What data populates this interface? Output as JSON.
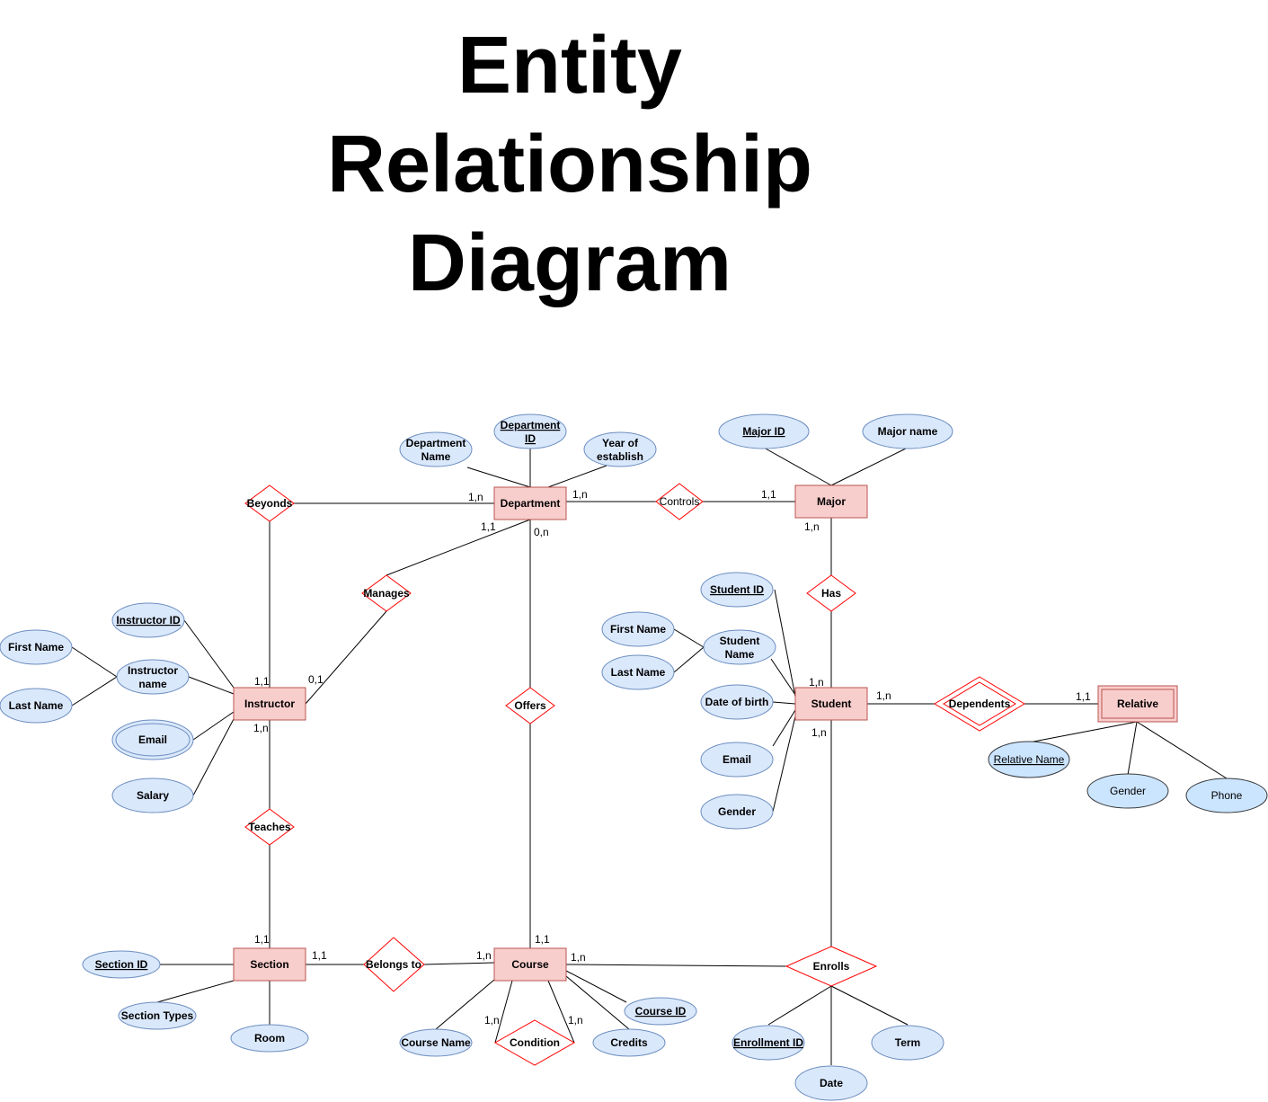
{
  "title": {
    "line1": "Entity",
    "line2": "Relationship",
    "line3": "Diagram"
  },
  "entities": {
    "department": "Department",
    "major": "Major",
    "instructor": "Instructor",
    "student": "Student",
    "relative": "Relative",
    "section": "Section",
    "course": "Course"
  },
  "relationships": {
    "beyonds": "Beyonds",
    "controls": "Controls",
    "manages": "Manages",
    "has": "Has",
    "offers": "Offers",
    "dependents": "Dependents",
    "teaches": "Teaches",
    "belongs_to": "Belongs to",
    "enrolls": "Enrolls",
    "condition": "Condition"
  },
  "attributes": {
    "department_name": [
      "Department",
      "Name"
    ],
    "department_id": [
      "Department",
      "ID"
    ],
    "year_of_establish": [
      "Year of",
      "establish"
    ],
    "major_id": "Major ID",
    "major_name": "Major name",
    "instructor_id": "Instructor ID",
    "instructor_first_name": "First Name",
    "instructor_name": [
      "Instructor",
      "name"
    ],
    "instructor_last_name": "Last Name",
    "instructor_email": "Email",
    "salary": "Salary",
    "student_id": "Student ID",
    "student_first_name": "First Name",
    "student_name": [
      "Student",
      "Name"
    ],
    "student_last_name": "Last Name",
    "date_of_birth": "Date of birth",
    "student_email": "Email",
    "student_gender": "Gender",
    "relative_name": "Relative Name",
    "relative_gender": "Gender",
    "phone": "Phone",
    "section_id": "Section ID",
    "section_types": "Section Types",
    "room": "Room",
    "course_name": "Course Name",
    "credits": "Credits",
    "course_id": "Course ID",
    "enrollment_id": "Enrollment ID",
    "date": "Date",
    "term": "Term"
  },
  "cardinalities": {
    "dept_beyonds": "1,n",
    "dept_controls": "1,n",
    "major_controls": "1,1",
    "dept_manages": "1,1",
    "dept_offers": "0,n",
    "major_has": "1,n",
    "instructor_beyonds": "1,1",
    "instructor_manages": "0,1",
    "instructor_teaches": "1,n",
    "student_has": "1,n",
    "student_dependents": "1,n",
    "relative_dependents": "1,1",
    "student_enrolls": "1,n",
    "section_teaches": "1,1",
    "section_belongs": "1,1",
    "course_belongs": "1,n",
    "course_offers": "1,1",
    "course_enrolls": "1,n",
    "condition_left": "1,n",
    "condition_right": "1,n"
  }
}
